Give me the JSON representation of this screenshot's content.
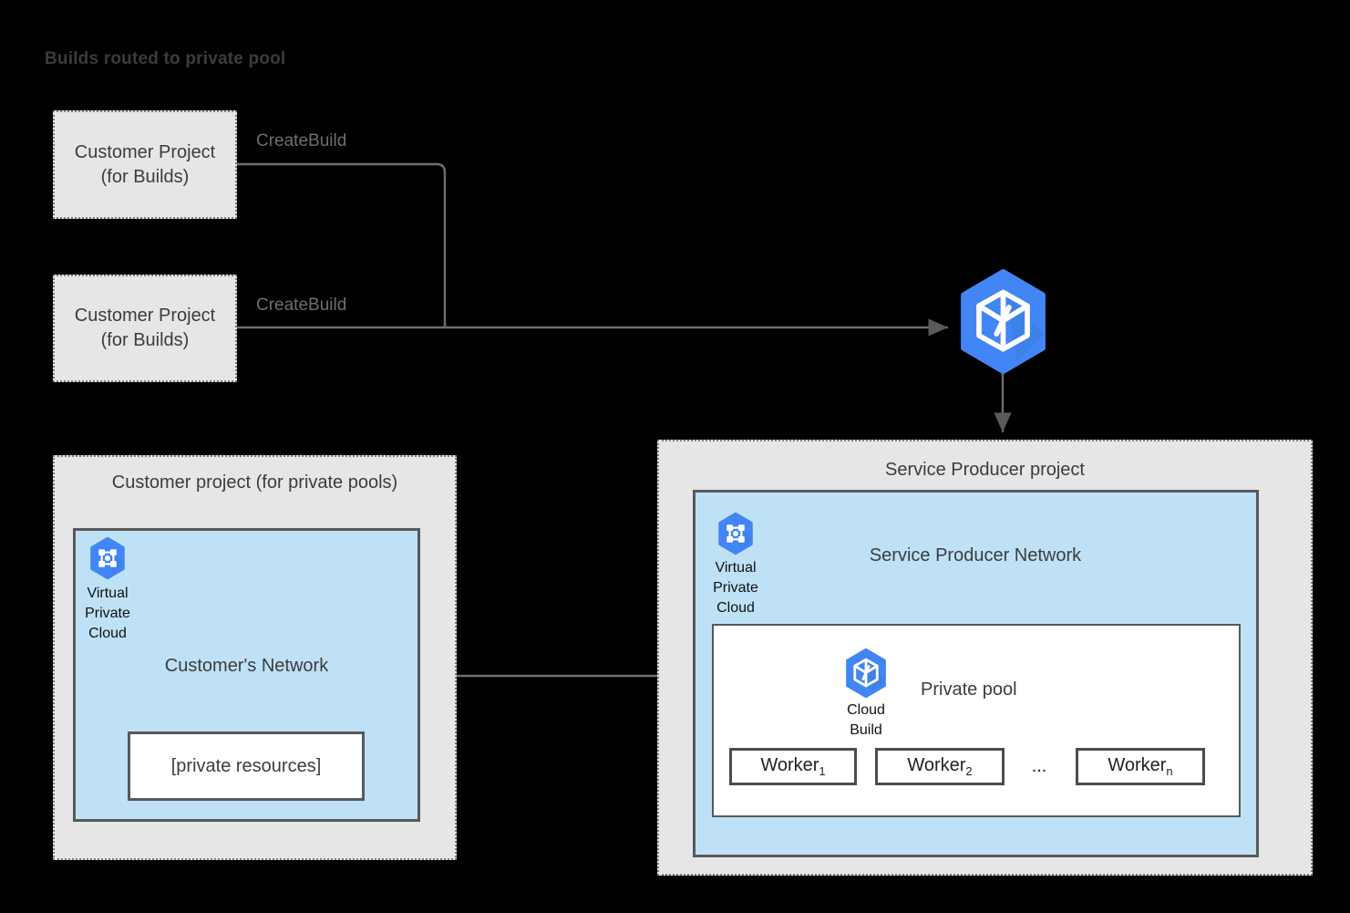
{
  "diagram": {
    "title": "Builds routed to private pool",
    "colors": {
      "google_blue": "#4285f4",
      "network_fill": "#bfe1f6",
      "panel_fill": "#e6e6e6",
      "border_gray": "#595959",
      "text_gray": "#3c3c3c",
      "edge_gray": "#6e6e6e",
      "background": "#000000"
    }
  },
  "build_projects": [
    {
      "line1": "Customer Project",
      "line2": "(for Builds)",
      "edge_label": "CreateBuild"
    },
    {
      "line1": "Customer Project",
      "line2": "(for Builds)",
      "edge_label": "CreateBuild"
    }
  ],
  "cloud_build_service": {
    "icon": "cloud-build-icon"
  },
  "customer_panel": {
    "title": "Customer project (for private pools)",
    "network": {
      "label": "Customer's Network",
      "icon": "virtual-private-cloud-icon",
      "icon_caption_line1": "Virtual",
      "icon_caption_line2": "Private",
      "icon_caption_line3": "Cloud"
    },
    "resources_box": {
      "label": "[private resources]"
    }
  },
  "producer_panel": {
    "title": "Service Producer project",
    "network": {
      "label": "Service Producer Network",
      "icon": "virtual-private-cloud-icon",
      "icon_caption_line1": "Virtual",
      "icon_caption_line2": "Private",
      "icon_caption_line3": "Cloud"
    },
    "private_pool": {
      "label": "Private pool",
      "icon": "cloud-build-icon",
      "icon_caption_line1": "Cloud",
      "icon_caption_line2": "Build",
      "workers": [
        {
          "name": "Worker",
          "subscript": "1"
        },
        {
          "name": "Worker",
          "subscript": "2"
        },
        {
          "name": "Worker",
          "subscript": "n"
        }
      ],
      "ellipsis": "..."
    }
  }
}
